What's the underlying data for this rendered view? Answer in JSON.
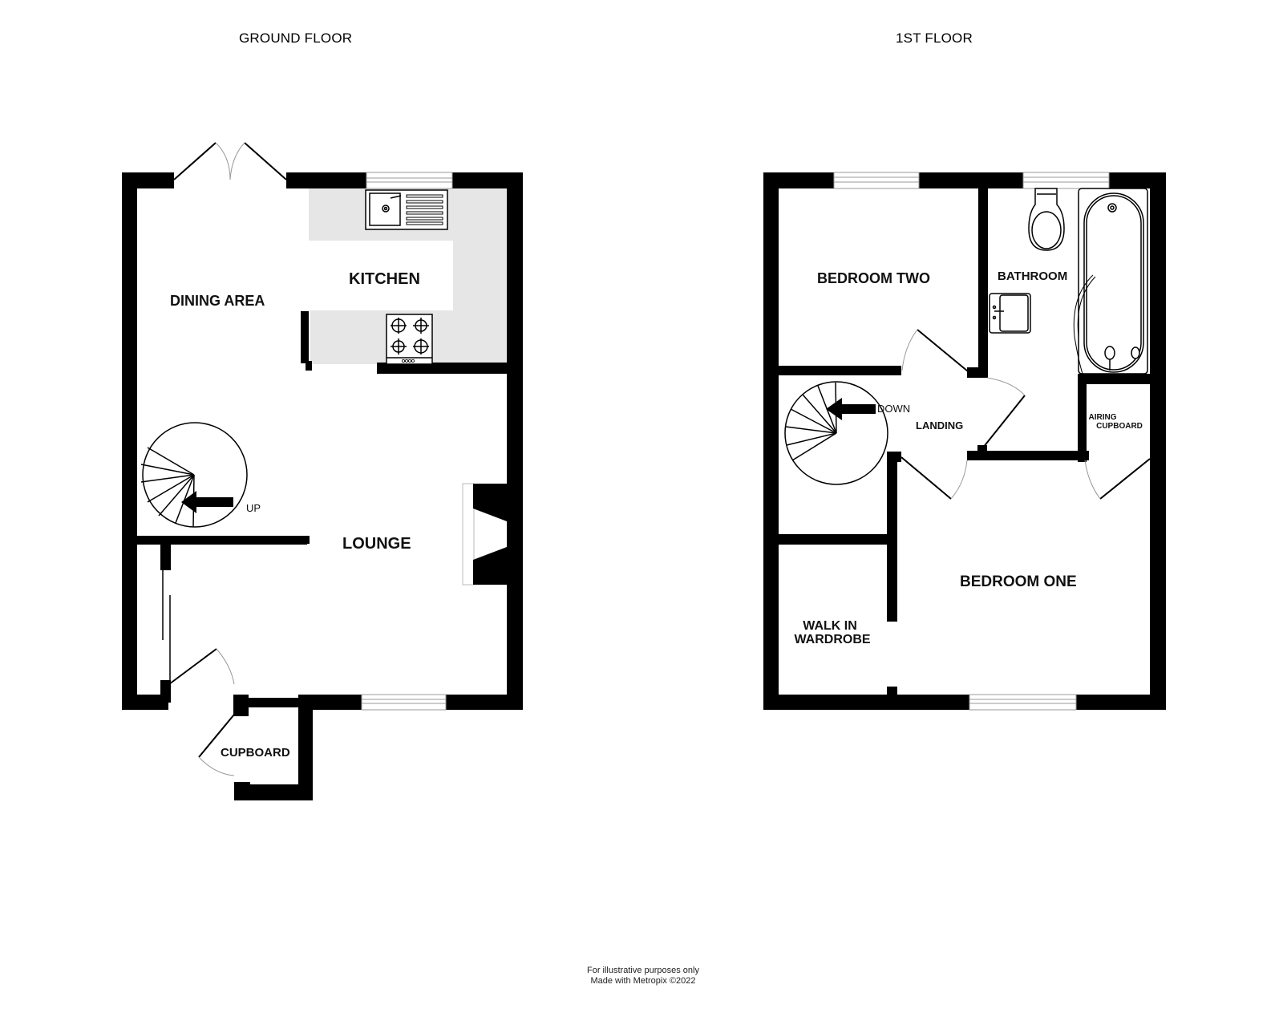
{
  "floors": {
    "ground": {
      "title": "GROUND FLOOR",
      "rooms": {
        "dining_area": "DINING AREA",
        "kitchen": "KITCHEN",
        "lounge": "LOUNGE",
        "cupboard": "CUPBOARD"
      },
      "stairs_label": "UP"
    },
    "first": {
      "title": "1ST FLOOR",
      "rooms": {
        "bedroom_two": "BEDROOM TWO",
        "bathroom": "BATHROOM",
        "landing": "LANDING",
        "airing_cupboard_line1": "AIRING",
        "airing_cupboard_line2": "CUPBOARD",
        "bedroom_one": "BEDROOM ONE",
        "walk_in_line1": "WALK IN",
        "walk_in_line2": "WARDROBE"
      },
      "stairs_label": "DOWN"
    }
  },
  "footer": {
    "line1": "For illustrative purposes only",
    "line2": "Made with Metropix ©2022"
  },
  "colors": {
    "wall": "#000000",
    "worktop": "#e6e6e6",
    "background": "#ffffff"
  }
}
